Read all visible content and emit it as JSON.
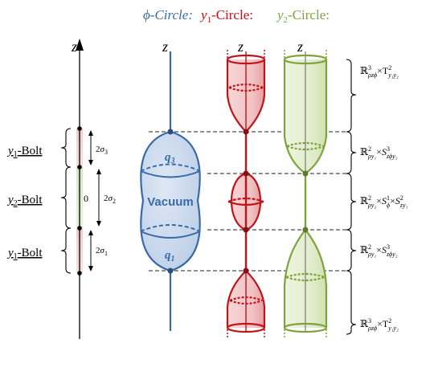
{
  "legend": {
    "phi": "ϕ-Circle:",
    "y1_base": "y",
    "y1_sub": "1",
    "y1_rest": "-Circle:",
    "y2_base": "y",
    "y2_sub": "2",
    "y2_rest": "-Circle:"
  },
  "colors": {
    "phi": "#3a6aa5",
    "phi_fill": "#c5d6ec",
    "y1": "#c0141b",
    "y1_fill": "#f2c4c6",
    "y2": "#7ea33a",
    "y2_fill": "#e2edcb",
    "black": "#000000"
  },
  "axis_label": "z",
  "bolts": [
    {
      "base": "y",
      "sub": "1",
      "rest": "-Bolt"
    },
    {
      "base": "y",
      "sub": "2",
      "rest": "-Bolt"
    },
    {
      "base": "y",
      "sub": "1",
      "rest": "-Bolt"
    }
  ],
  "sigmas": [
    {
      "coef": "2",
      "sym": "σ",
      "sub": "3"
    },
    {
      "coef": "2",
      "sym": "σ",
      "sub": "2"
    },
    {
      "coef": "2",
      "sym": "σ",
      "sub": "1"
    }
  ],
  "zero_label": "0",
  "vacuum_label": "Vacuum",
  "q_labels": [
    {
      "base": "q",
      "sub": "3"
    },
    {
      "base": "q",
      "sub": "1"
    }
  ],
  "regions": [
    {
      "space": "ℝ",
      "sup": "3",
      "sub": "ρzϕ",
      "times": "×",
      "f2": "T",
      "f2_sup": "2",
      "f2_sub": "y₁y₂"
    },
    {
      "space": "ℝ",
      "sup": "2",
      "sub": "ρy₁",
      "times": "×",
      "f2": "S",
      "f2_sup": "3",
      "f2_sub": "zϕy₂"
    },
    {
      "space": "ℝ",
      "sup": "2",
      "sub": "ρy₂",
      "times": "×",
      "f2": "S",
      "f2_sup": "1",
      "f2_sub": "ϕ",
      "times2": "×",
      "f3": "S",
      "f3_sup": "2",
      "f3_sub": "zy₁"
    },
    {
      "space": "ℝ",
      "sup": "2",
      "sub": "ρy₁",
      "times": "×",
      "f2": "S",
      "f2_sup": "3",
      "f2_sub": "zϕy₂"
    },
    {
      "space": "ℝ",
      "sup": "3",
      "sub": "ρzϕ",
      "times": "×",
      "f2": "T",
      "f2_sup": "2",
      "f2_sub": "y₁y₂"
    }
  ]
}
